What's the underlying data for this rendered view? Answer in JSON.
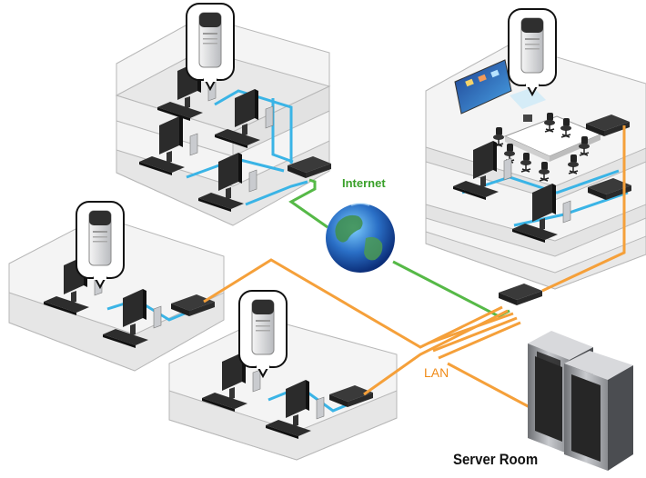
{
  "labels": {
    "internet": "Internet",
    "lan": "LAN",
    "server_room": "Server Room"
  },
  "colors": {
    "internet_cable": "#56b947",
    "lan_cable": "#f5a03a",
    "desk_cable": "#3ab4e6",
    "floor": "#e9e9e9",
    "wall": "#f3f3f3",
    "outline": "#b5b5b5",
    "globe": "#2a6fc6"
  },
  "icons": [
    "extender-callout-icon",
    "globe-icon",
    "network-switch-icon",
    "server-rack-icon",
    "monitor-icon",
    "keyboard-icon",
    "projector-screen-icon",
    "conference-table-icon",
    "office-chair-icon"
  ]
}
